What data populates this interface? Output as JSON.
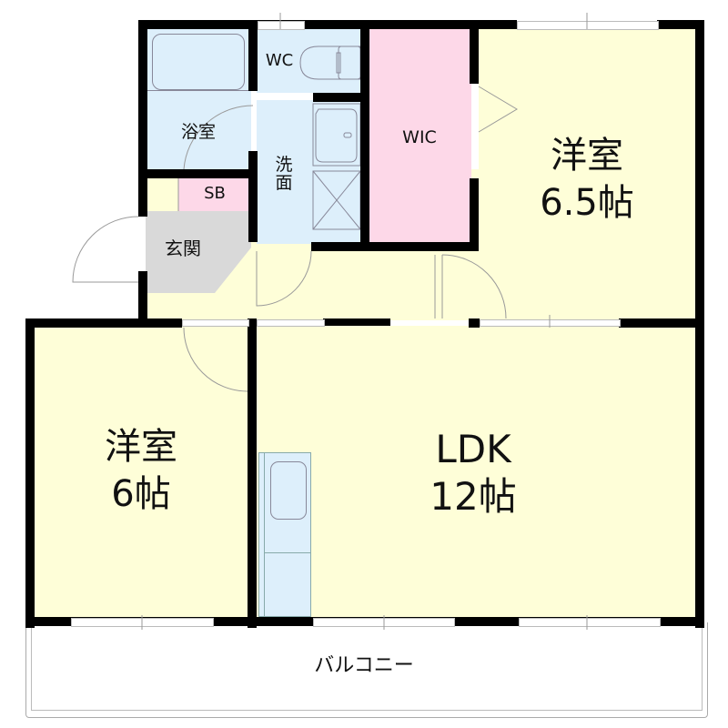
{
  "floorplan": {
    "rooms": {
      "western_room_1": {
        "name": "洋室",
        "size": "6.5帖"
      },
      "western_room_2": {
        "name": "洋室",
        "size": "6帖"
      },
      "ldk": {
        "name": "LDK",
        "size": "12帖"
      },
      "wic": {
        "name": "WIC"
      },
      "wc": {
        "name": "WC"
      },
      "bathroom": {
        "name": "浴室"
      },
      "washroom": {
        "name": "洗\n面"
      },
      "shoe_box": {
        "name": "SB"
      },
      "entrance": {
        "name": "玄関"
      },
      "balcony": {
        "name": "バルコニー"
      }
    },
    "colors": {
      "living": "#fefed8",
      "wet_area": "#ddeffb",
      "storage": "#fdd8e8",
      "entrance": "#d9d9d9",
      "wall": "#000000"
    }
  }
}
